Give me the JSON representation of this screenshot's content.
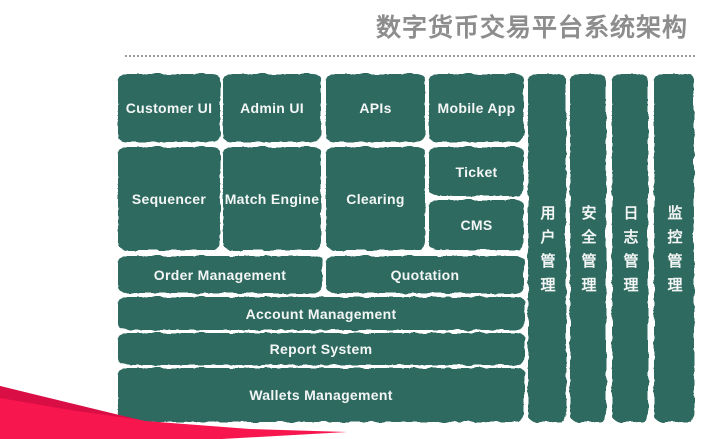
{
  "title": "数字货币交易平台系统架构",
  "colors": {
    "block_green": "#2f6a60",
    "ribbon_red": "#f8164e",
    "ribbon_dark_red": "#d90e45",
    "title_gray": "#8d8d8d",
    "block_text": "#f3f6f5"
  },
  "diagram": {
    "ui_layer": [
      "Customer UI",
      "Admin UI",
      "APIs",
      "Mobile App"
    ],
    "core_layer": [
      "Sequencer",
      "Match Engine",
      "Clearing"
    ],
    "right_stack": [
      "Ticket",
      "CMS"
    ],
    "mid_layer": [
      "Order Management",
      "Quotation"
    ],
    "wide_layers": [
      "Account Management",
      "Report System",
      "Wallets Management"
    ],
    "side_columns": [
      "用户管理",
      "安全管理",
      "日志管理",
      "监控管理"
    ]
  }
}
